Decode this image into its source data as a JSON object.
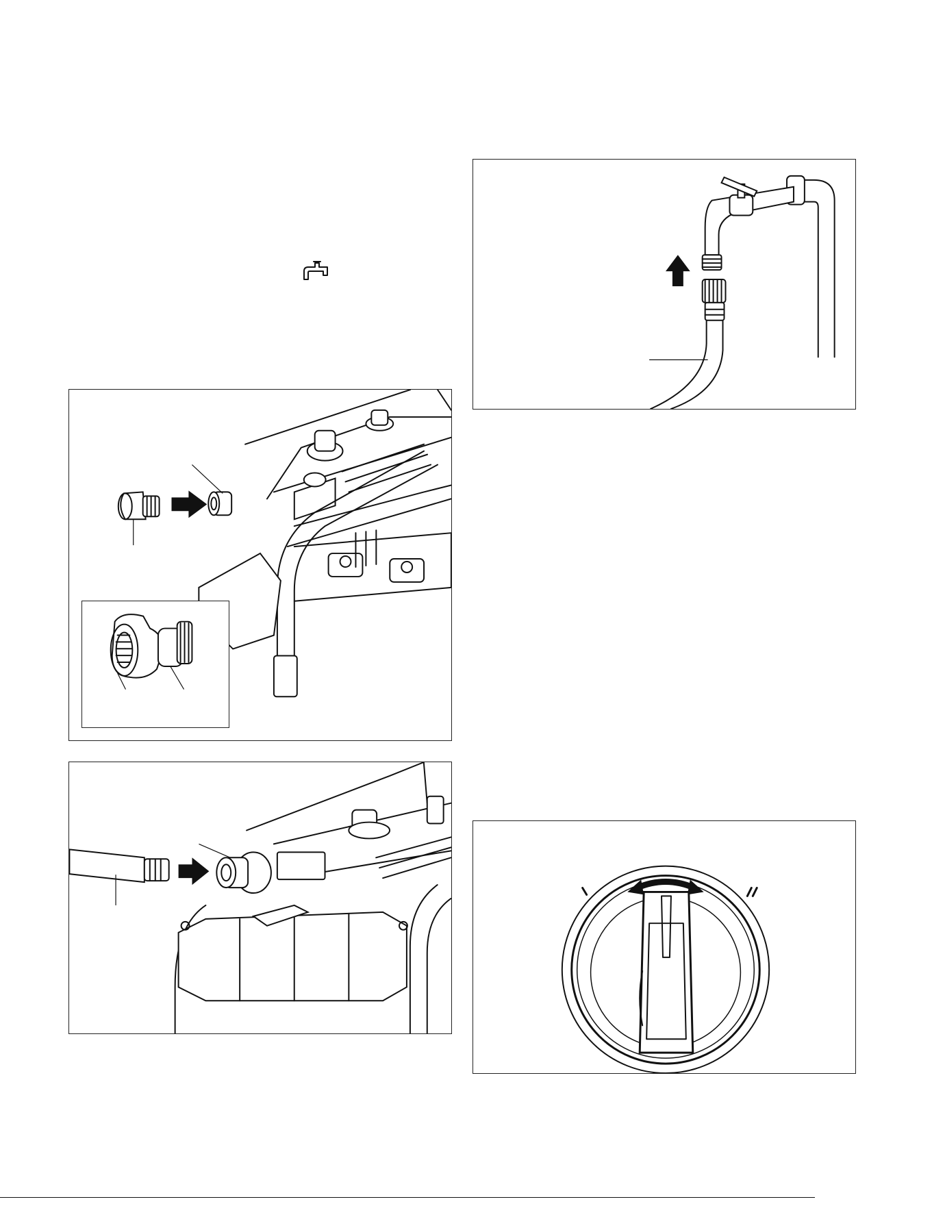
{
  "figures": [
    {
      "id": "inlet-connection",
      "callouts": []
    },
    {
      "id": "garden-hose-to-pump",
      "callouts": []
    },
    {
      "id": "hose-to-faucet",
      "callouts": []
    },
    {
      "id": "selector-knob",
      "callouts": []
    }
  ],
  "icons": {
    "faucet": "faucet-icon"
  },
  "colors": {
    "ink": "#111111",
    "paper": "#ffffff"
  }
}
